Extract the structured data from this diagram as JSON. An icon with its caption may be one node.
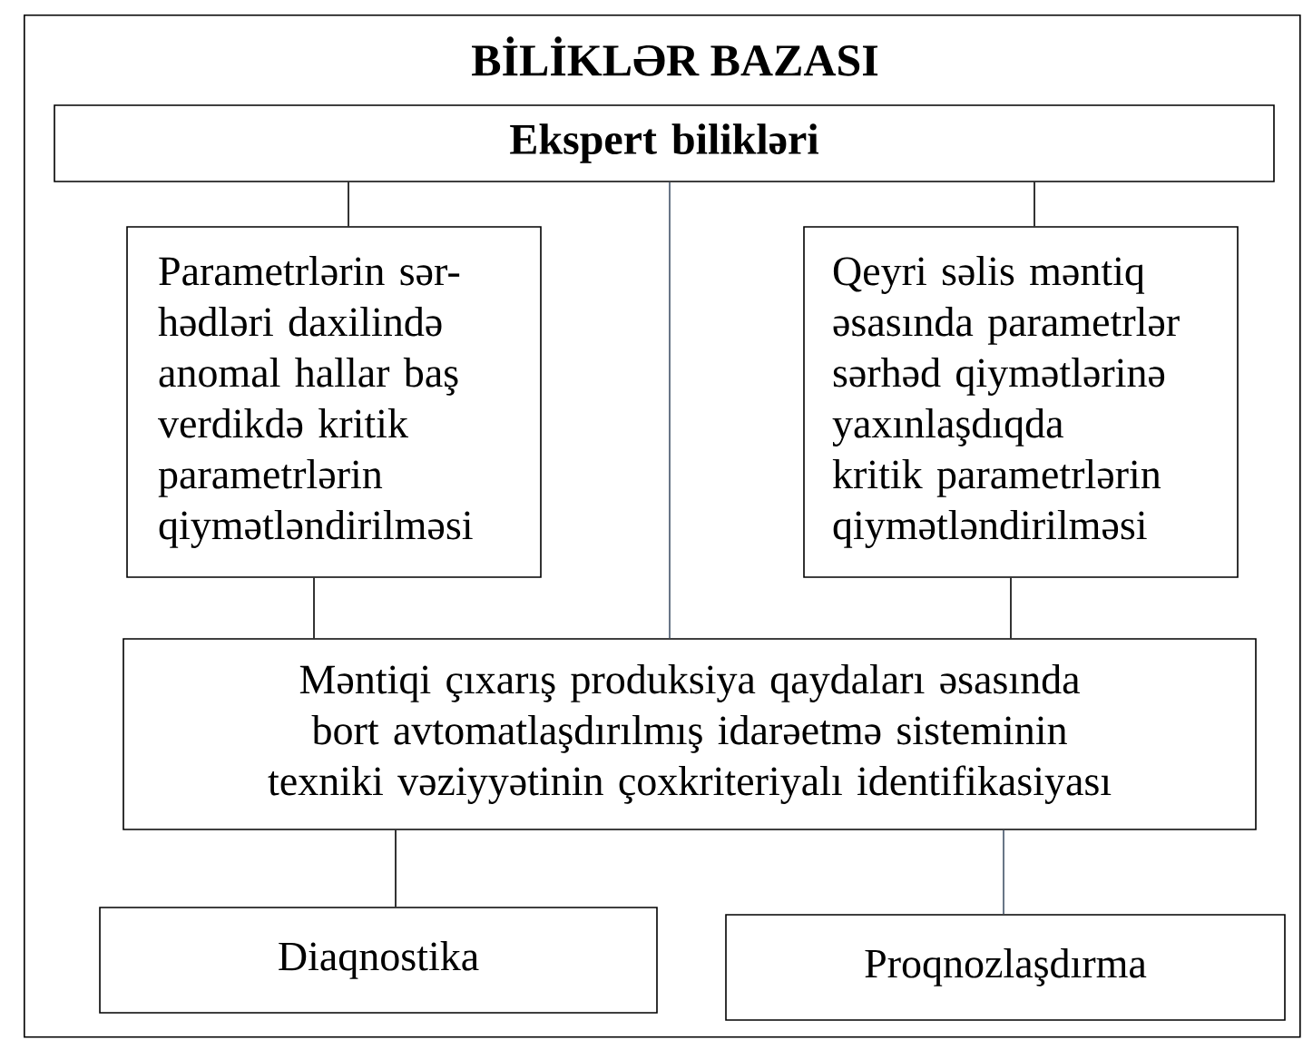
{
  "diagram": {
    "nodes": [
      {
        "text": [
          "BİLİKLƏR BAZASI"
        ]
      },
      {
        "text": [
          "Ekspert bilikləri"
        ],
        "in": 0
      },
      {
        "text": [
          "Parametrlərin sər-hədləri daxilində anomal hallar baş verdikdə kritik parametrlərin qiymətləndirilməsi"
        ],
        "in": 0
      },
      {
        "text": [
          "Qeyri səlis məntiq əsasında parametrlər sərhəd qiymətlərinə yaxınlaşdıqda kritik parametrlərin qiymətləndirilməsi"
        ],
        "in": 0
      },
      {
        "text": [
          "Məntiqi çıxarış produksiya qaydaları əsasında bort avtomatlaşdırılmış idarəetmə sisteminin texniki vəziyyətinin çoxkriteriyalı identifikasiyası"
        ],
        "in": 0
      },
      {
        "text": [
          "Diaqnostika"
        ],
        "in": 0
      },
      {
        "text": [
          "Proqnozlaşdırma"
        ],
        "in": 0
      }
    ],
    "edges": [
      {
        "from": 1,
        "to": 2,
        "arrow": "none"
      },
      {
        "from": 1,
        "to": 4,
        "arrow": "none",
        "color": "#44546a"
      },
      {
        "from": 1,
        "to": 3,
        "arrow": "none"
      },
      {
        "from": 2,
        "to": 4,
        "arrow": "none"
      },
      {
        "from": 3,
        "to": 4,
        "arrow": "none"
      },
      {
        "from": 4,
        "to": 5,
        "arrow": "none"
      },
      {
        "from": 4,
        "to": 6,
        "arrow": "none",
        "color": "#44546a"
      }
    ]
  }
}
